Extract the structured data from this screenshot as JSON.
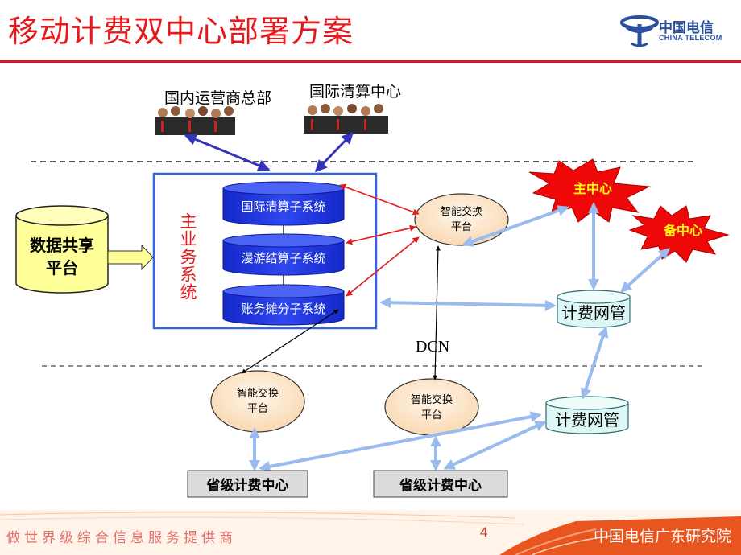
{
  "title": "移动计费双中心部署方案",
  "logo": {
    "name": "中国电信",
    "sub": "CHINA TELECOM",
    "color": "#2a4f9d"
  },
  "headquarters": {
    "domestic_ops": "国内运营商总部",
    "intl_clearing": "国际清算中心"
  },
  "main_system": {
    "label": "主业务系统",
    "subsystems": [
      "国际清算子系统",
      "漫游结算子系统",
      "账务摊分子系统"
    ]
  },
  "data_platform": {
    "line1": "数据共享",
    "line2": "平台"
  },
  "centers": {
    "primary": "主中心",
    "backup": "备中心"
  },
  "smart_switch": {
    "line1": "智能交换",
    "line2": "平台"
  },
  "billing_nms": "计费网管",
  "dcn": "DCN",
  "provincial_center": "省级计费中心",
  "footer": {
    "slogan": "做世界级综合信息服务提供商",
    "page": "4",
    "org": "中国电信广东研究院"
  },
  "colors": {
    "accent": "#e8191c",
    "link": "#99bbee",
    "cylinder": "#1b2fd8",
    "switch": "#fde9d0"
  }
}
